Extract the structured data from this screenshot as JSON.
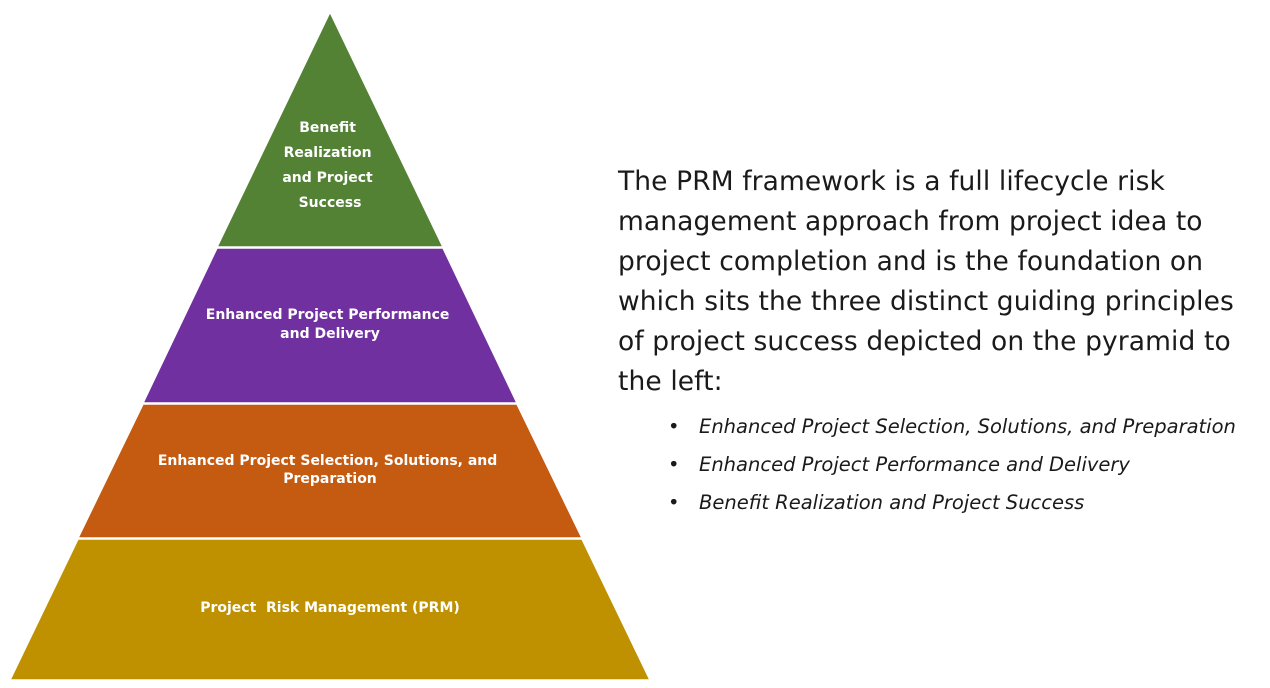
{
  "pyramid": {
    "tiers": [
      {
        "id": "tier-top",
        "lines": [
          "Benefit",
          "Realization",
          "and Project",
          "Success"
        ],
        "color": "#548235"
      },
      {
        "id": "tier-second",
        "lines": [
          "Enhanced Project Performance",
          "and Delivery"
        ],
        "color": "#7030a0"
      },
      {
        "id": "tier-third",
        "lines": [
          "Enhanced Project Selection, Solutions, and",
          "Preparation"
        ],
        "color": "#c55a11"
      },
      {
        "id": "tier-base",
        "lines": [
          "Project  Risk Management (PRM)"
        ],
        "color": "#bf9000"
      }
    ]
  },
  "description": {
    "intro": "The PRM framework is a full lifecycle risk management approach from project idea to project completion and is the foundation on which sits the three distinct guiding principles of project success depicted on the pyramid to the left:",
    "bullet_symbol": "•",
    "principles": [
      "Enhanced Project Selection, Solutions, and Preparation",
      "Enhanced Project Performance and Delivery",
      "Benefit Realization and Project Success"
    ]
  }
}
